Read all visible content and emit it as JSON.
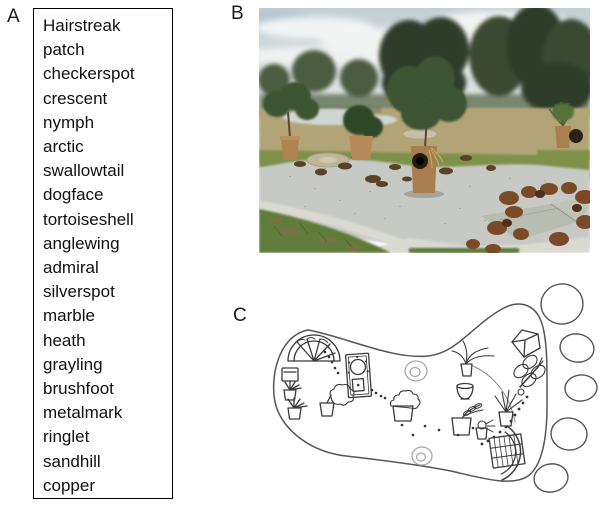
{
  "panels": {
    "a": {
      "label": "A"
    },
    "b": {
      "label": "B"
    },
    "c": {
      "label": "C"
    }
  },
  "word_list": {
    "items": [
      "Hairstreak",
      "patch",
      "checkerspot",
      "crescent",
      "nymph",
      "arctic",
      "swallowtail",
      "dogface",
      "tortoiseshell",
      "anglewing",
      "admiral",
      "silverspot",
      "marble",
      "heath",
      "grayling",
      "brushfoot",
      "metalmark",
      "ringlet",
      "sandhill",
      "copper"
    ]
  },
  "photo": {
    "alt": "Curved gravel garden bed with potted shrubs, scattered rocks and ground plates beside a lawn, with a dry field, pond and dark eucalypt trees under a cloudy sky"
  },
  "sketch": {
    "alt": "Hand-drawn map of the garden inside a footprint outline with five toes, showing an amphitheater dome, planter pots, dotted paths, a plan board, stone circles, a gem box, a butterfly and a crescent paving",
    "elements": [
      "footprint-outline",
      "toe-circle",
      "amphitheater-sketch",
      "dotted-path",
      "planter-box-sketch",
      "spiky-pot-sketch",
      "bush-pot-sketch",
      "plan-board-sketch",
      "stone-circle-sketch",
      "ruffled-pot-sketch",
      "tuft-pot-sketch",
      "cup-sketch",
      "leafy-pot-sketch",
      "gem-sketch",
      "butterfly-sketch",
      "tall-grass-pot-sketch",
      "bug-pot-sketch",
      "crescent-paving-sketch"
    ]
  },
  "palette": {
    "sky_top": "#c3ced4",
    "sky_low": "#e9edec",
    "sky_blue": "#a9bfd0",
    "cloud": "#f2f4f3",
    "tree_dark": "#2f3e2c",
    "tree_dark2": "#3a4a33",
    "tree_mid": "#4c5c41",
    "tree_far": "#5f6f52",
    "field": "#b3a478",
    "pond": "#cfd5d2",
    "grass": "#7e9148",
    "gravel": "#c7c9c4",
    "rock": "#5a4129",
    "rust": "#7a4a28",
    "path": "#d9dad2",
    "fgrass": "#5e7b3b",
    "pot": "#b08352",
    "slab": "#b9bcb0",
    "foliage": "#3c5431",
    "trunk": "#5b4632",
    "dry_grass": "#c7b36b",
    "pipe": "#221b11",
    "ink": "#3a3a3a",
    "ink_light": "#a8a8a8"
  }
}
